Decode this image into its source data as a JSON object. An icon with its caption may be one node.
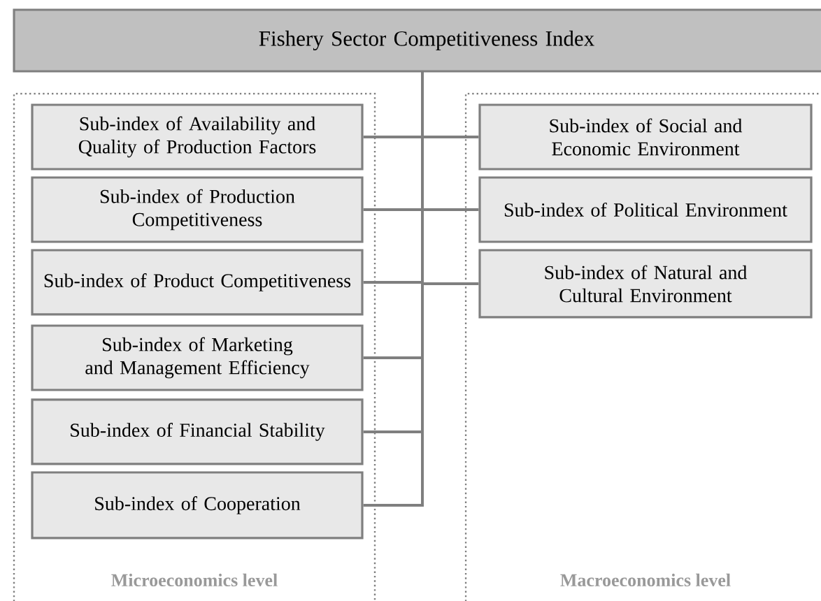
{
  "diagram": {
    "nodes": [
      {
        "text": [
          "Fishery Sector Competitiveness Index"
        ]
      },
      {
        "text": [
          "Microeconomics level"
        ]
      },
      {
        "text": [
          "Sub-index of Availability and Quality of Production Factors"
        ],
        "in": 1
      },
      {
        "text": [
          "Sub-index of Production Competitiveness"
        ],
        "in": 1
      },
      {
        "text": [
          "Sub-index of Product Competitiveness"
        ],
        "in": 1
      },
      {
        "text": [
          "Sub-index of Marketing and Management Efficiency"
        ],
        "in": 1
      },
      {
        "text": [
          "Sub-index of Financial Stability"
        ],
        "in": 1
      },
      {
        "text": [
          "Sub-index of Cooperation"
        ],
        "in": 1
      },
      {
        "text": [
          "Macroeconomics level"
        ]
      },
      {
        "text": [
          "Sub-index of Social and Economic Environment"
        ],
        "in": 8
      },
      {
        "text": [
          "Sub-index of Political Environment"
        ],
        "in": 8
      },
      {
        "text": [
          "Sub-index of Natural and Cultural Environment"
        ],
        "in": 8
      }
    ],
    "edges": [
      {
        "from": 0,
        "to": 2,
        "arrow": "none"
      },
      {
        "from": 0,
        "to": 3,
        "arrow": "none"
      },
      {
        "from": 0,
        "to": 4,
        "arrow": "none"
      },
      {
        "from": 0,
        "to": 5,
        "arrow": "none"
      },
      {
        "from": 0,
        "to": 6,
        "arrow": "none"
      },
      {
        "from": 0,
        "to": 7,
        "arrow": "none"
      },
      {
        "from": 0,
        "to": 9,
        "arrow": "none"
      },
      {
        "from": 0,
        "to": 10,
        "arrow": "none"
      },
      {
        "from": 0,
        "to": 11,
        "arrow": "none"
      }
    ]
  }
}
